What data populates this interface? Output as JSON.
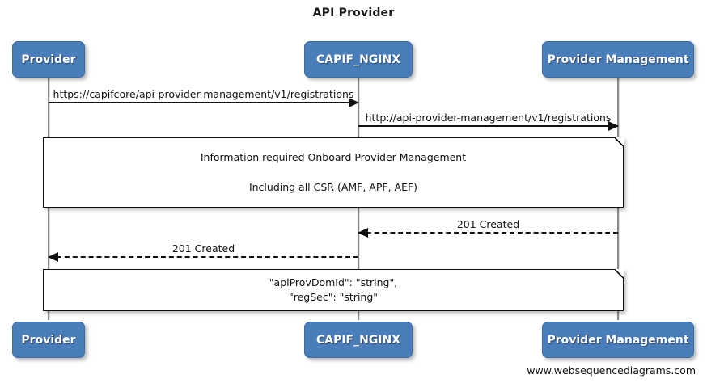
{
  "diagram": {
    "title": "API Provider",
    "footer": "www.websequencediagrams.com",
    "type": "sequence-diagram",
    "colors": {
      "participant_fill": "#4a7ebb",
      "participant_text": "#ffffff",
      "lifeline": "#8d8d8d",
      "message_line": "#111111",
      "note_fill": "#ffffff",
      "note_border": "#111111",
      "background": "#ffffff"
    }
  },
  "participants": [
    {
      "id": "provider",
      "label": "Provider"
    },
    {
      "id": "capif_nginx",
      "label": "CAPIF_NGINX"
    },
    {
      "id": "provider_management",
      "label": "Provider Management"
    }
  ],
  "messages": [
    {
      "label": "https://capifcore/api-provider-management/v1/registrations",
      "from": "Provider",
      "to": "CAPIF_NGINX",
      "direction": "right",
      "style": "solid"
    },
    {
      "label": "http://api-provider-management/v1/registrations",
      "from": "CAPIF_NGINX",
      "to": "Provider Management",
      "direction": "right",
      "style": "solid"
    },
    {
      "label": "201 Created",
      "from": "Provider Management",
      "to": "CAPIF_NGINX",
      "direction": "left",
      "style": "dashed"
    },
    {
      "label": "201 Created",
      "from": "CAPIF_NGINX",
      "to": "Provider",
      "direction": "left",
      "style": "dashed"
    }
  ],
  "notes": [
    {
      "id": "note-onboard-info",
      "line1": "Information required Onboard Provider Management",
      "line2": "Including all CSR (AMF, APF, AEF)"
    },
    {
      "id": "note-response-body",
      "line1": "\"apiProvDomId\": \"string\",",
      "line2": "\"regSec\": \"string\""
    }
  ]
}
